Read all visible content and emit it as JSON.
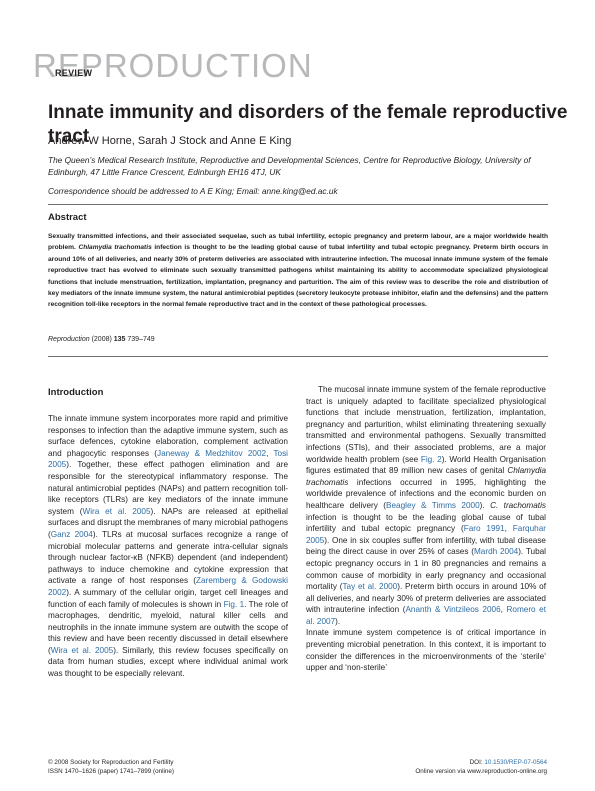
{
  "journal": {
    "name": "REPRODUCTION",
    "section": "REVIEW"
  },
  "article": {
    "title": "Innate immunity and disorders of the female reproductive tract",
    "authors": "Andrew W Horne, Sarah J Stock and Anne E King",
    "affiliation": "The Queen’s Medical Research Institute, Reproductive and Developmental Sciences, Centre for Reproductive Biology, University of Edinburgh, 47 Little France Crescent, Edinburgh EH16 4TJ, UK",
    "correspondence": "Correspondence should be addressed to A E King; Email: anne.king@ed.ac.uk"
  },
  "abstract": {
    "heading": "Abstract",
    "p1": "Sexually transmitted infections, and their associated sequelae, such as tubal infertility, ectopic pregnancy and preterm labour, are a major worldwide health problem. ",
    "p1_italic": "Chlamydia trachomatis",
    "p2": " infection is thought to be the leading global cause of tubal infertility and tubal ectopic pregnancy. Preterm birth occurs in around 10% of all deliveries, and nearly 30% of preterm deliveries are associated with intrauterine infection. The mucosal innate immune system of the female reproductive tract has evolved to eliminate such sexually transmitted pathogens whilst maintaining its ability to accommodate specialized physiological functions that include menstruation, fertilization, implantation, pregnancy and parturition. The aim of this review was to describe the role and distribution of key mediators of the innate immune system, the natural antimicrobial peptides (secretory leukocyte protease inhibitor, elafin and the defensins) and the pattern recognition toll-like receptors in the normal female reproductive tract and in the context of these pathological processes.",
    "cite_journal": "Reproduction",
    "cite_year": " (2008) ",
    "cite_vol": "135",
    "cite_pages": " 739–749"
  },
  "intro": {
    "heading": "Introduction",
    "left": [
      "The innate immune system incorporates more rapid and primitive responses to infection than the adaptive immune system, such as surface defences, cytokine elaboration, complement activation and phagocytic responses (",
      "Janeway & Medzhitov 2002",
      ", ",
      "Tosi 2005",
      "). Together, these effect pathogen elimination and are responsible for the stereotypical inflammatory response. The natural antimicrobial peptides (NAPs) and pattern recognition toll-like receptors (TLRs) are key mediators of the innate immune system (",
      "Wira et al. 2005",
      "). NAPs are released at epithelial surfaces and disrupt the membranes of many microbial pathogens (",
      "Ganz 2004",
      "). TLRs at mucosal surfaces recognize a range of microbial molecular patterns and generate intra-cellular signals through nuclear factor-κB (NFKB) dependent (and independent) pathways to induce chemokine and cytokine expression that activate a range of host responses (",
      "Zaremberg & Godowski 2002",
      "). A summary of the cellular origin, target cell lineages and function of each family of molecules is shown in ",
      "Fig. 1",
      ". The role of macrophages, dendritic, myeloid, natural killer cells and neutrophils in the innate immune system are outwith the scope of this review and have been recently discussed in detail elsewhere (",
      "Wira et al. 2005",
      "). Similarly, this review focuses specifically on data from human studies, except where individual animal work was thought to be especially relevant."
    ],
    "right": [
      "The mucosal innate immune system of the female reproductive tract is uniquely adapted to facilitate specialized physiological functions that include menstruation, fertilization, implantation, pregnancy and parturition, whilst eliminating threatening sexually transmitted and environmental pathogens. Sexually transmitted infections (STIs), and their associated problems, are a major worldwide health problem (see ",
      "Fig. 2",
      "). World Health Organisation figures estimated that 89 million new cases of genital ",
      "Chlamydia trachomatis",
      " infections occurred in 1995, highlighting the worldwide prevalence of infections and the economic burden on healthcare delivery (",
      "Beagley & Timms 2000",
      "). ",
      "C. trachomatis",
      " infection is thought to be the leading global cause of tubal infertility and tubal ectopic pregnancy (",
      "Faro 1991",
      ", ",
      "Farquhar 2005",
      "). One in six couples suffer from infertility, with tubal disease being the direct cause in over 25% of cases (",
      "Mardh 2004",
      "). Tubal ectopic pregnancy occurs in 1 in 80 pregnancies and remains a common cause of morbidity in early pregnancy and occasional mortality (",
      "Tay et al. 2000",
      "). Preterm birth occurs in around 10% of all deliveries, and nearly 30% of preterm deliveries are associated with intrauterine infection (",
      "Ananth & Vintzileos 2006",
      ", ",
      "Romero et al. 2007",
      ").",
      "Innate immune system competence is of critical importance in preventing microbial penetration. In this context, it is important to consider the differences in the microenvironments of the ‘sterile’ upper and ‘non-sterile’"
    ]
  },
  "footer": {
    "left1": "© 2008 Society for Reproduction and Fertility",
    "left2": "ISSN 1470–1626 (paper) 1741–7899 (online)",
    "right1_label": "DOI: ",
    "right1_doi": "10.1530/REP-07-0564",
    "right2": "Online version via www.reproduction-online.org"
  }
}
